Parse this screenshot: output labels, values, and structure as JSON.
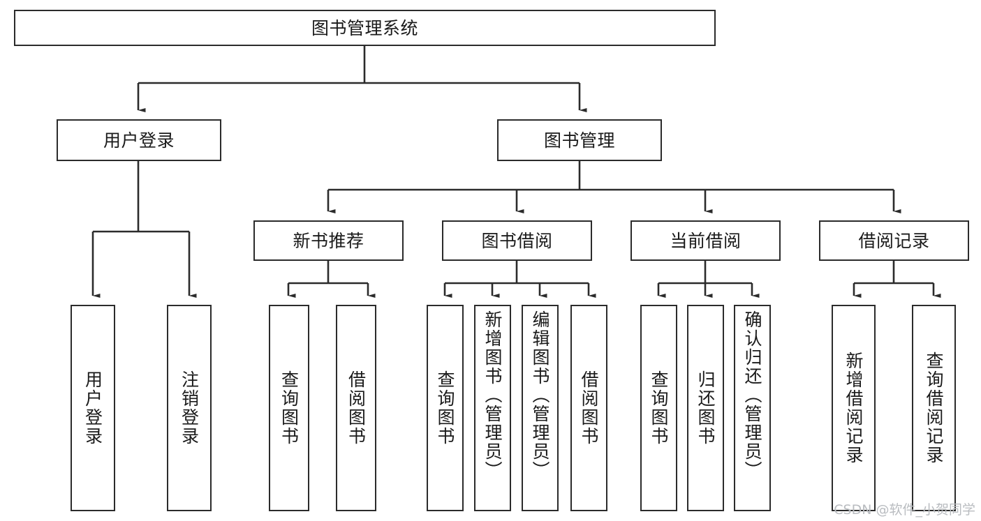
{
  "diagram": {
    "type": "tree-hierarchy",
    "title": "图书管理系统",
    "colors": {
      "stroke": "#2b2b2b",
      "fill": "#ffffff",
      "text": "#1a1a1a",
      "watermark": "#b9bcc0",
      "background": "#ffffff"
    },
    "watermark": "CSDN @软件_小贺同学",
    "nodes": {
      "root": {
        "label": "图书管理系统"
      },
      "level1": [
        {
          "id": "user-login",
          "label": "用户登录"
        },
        {
          "id": "book-manage",
          "label": "图书管理"
        }
      ],
      "level2": [
        {
          "id": "new-book-recommend",
          "label": "新书推荐"
        },
        {
          "id": "book-borrow",
          "label": "图书借阅"
        },
        {
          "id": "current-borrow",
          "label": "当前借阅"
        },
        {
          "id": "borrow-record",
          "label": "借阅记录"
        }
      ],
      "leaves": {
        "user-login": [
          {
            "id": "leaf-user-login",
            "label": "用户登录"
          },
          {
            "id": "leaf-user-logout",
            "label": "注销登录"
          }
        ],
        "new-book-recommend": [
          {
            "id": "leaf-query-book-1",
            "label": "查询图书"
          },
          {
            "id": "leaf-borrow-book-1",
            "label": "借阅图书"
          }
        ],
        "book-borrow": [
          {
            "id": "leaf-query-book-2",
            "label": "查询图书"
          },
          {
            "id": "leaf-add-book",
            "label": "新增图书（管理员）"
          },
          {
            "id": "leaf-edit-book",
            "label": "编辑图书（管理员）"
          },
          {
            "id": "leaf-borrow-book-2",
            "label": "借阅图书"
          }
        ],
        "current-borrow": [
          {
            "id": "leaf-query-book-3",
            "label": "查询图书"
          },
          {
            "id": "leaf-return-book",
            "label": "归还图书"
          },
          {
            "id": "leaf-confirm-return",
            "label": "确认归还（管理员）"
          }
        ],
        "borrow-record": [
          {
            "id": "leaf-add-record",
            "label": "新增借阅记录"
          },
          {
            "id": "leaf-query-record",
            "label": "查询借阅记录"
          }
        ]
      }
    },
    "edges": [
      {
        "from": "root",
        "to": "user-login"
      },
      {
        "from": "root",
        "to": "book-manage"
      },
      {
        "from": "user-login",
        "to": "leaf-user-login"
      },
      {
        "from": "user-login",
        "to": "leaf-user-logout"
      },
      {
        "from": "book-manage",
        "to": "new-book-recommend"
      },
      {
        "from": "book-manage",
        "to": "book-borrow"
      },
      {
        "from": "book-manage",
        "to": "current-borrow"
      },
      {
        "from": "book-manage",
        "to": "borrow-record"
      },
      {
        "from": "new-book-recommend",
        "to": "leaf-query-book-1"
      },
      {
        "from": "new-book-recommend",
        "to": "leaf-borrow-book-1"
      },
      {
        "from": "book-borrow",
        "to": "leaf-query-book-2"
      },
      {
        "from": "book-borrow",
        "to": "leaf-add-book"
      },
      {
        "from": "book-borrow",
        "to": "leaf-edit-book"
      },
      {
        "from": "book-borrow",
        "to": "leaf-borrow-book-2"
      },
      {
        "from": "current-borrow",
        "to": "leaf-query-book-3"
      },
      {
        "from": "current-borrow",
        "to": "leaf-return-book"
      },
      {
        "from": "current-borrow",
        "to": "leaf-confirm-return"
      },
      {
        "from": "borrow-record",
        "to": "leaf-add-record"
      },
      {
        "from": "borrow-record",
        "to": "leaf-query-record"
      }
    ]
  }
}
